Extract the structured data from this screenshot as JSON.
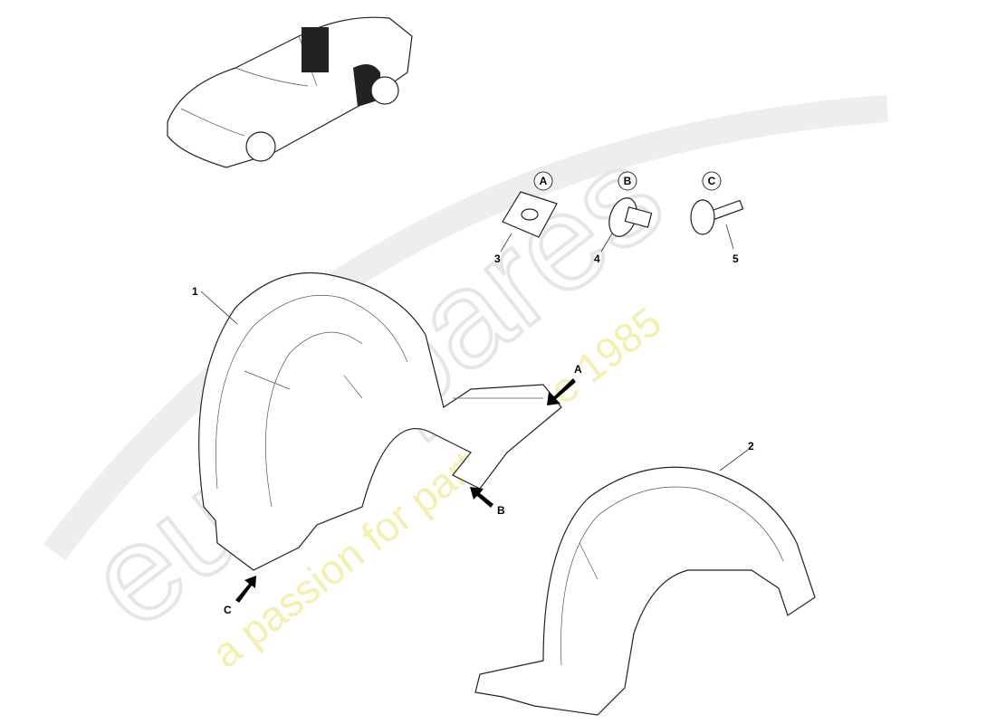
{
  "watermark": {
    "brand": "eurospares",
    "tagline": "a passion for parts since 1985"
  },
  "detail_callouts": [
    {
      "letter": "A",
      "part_number": "3"
    },
    {
      "letter": "B",
      "part_number": "4"
    },
    {
      "letter": "C",
      "part_number": "5"
    }
  ],
  "parts": [
    {
      "number": "1"
    },
    {
      "number": "2"
    }
  ],
  "arrows": [
    {
      "letter": "A"
    },
    {
      "letter": "B"
    },
    {
      "letter": "C"
    }
  ]
}
